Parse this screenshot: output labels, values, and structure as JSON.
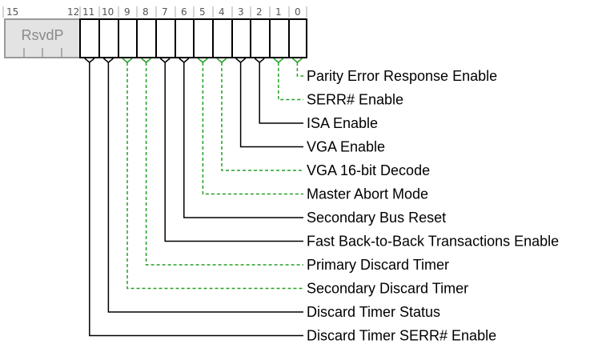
{
  "bit_numbers": [
    "15",
    "12",
    "11",
    "10",
    "9",
    "8",
    "7",
    "6",
    "5",
    "4",
    "3",
    "2",
    "1",
    "0"
  ],
  "reserved": {
    "label": "RsvdP"
  },
  "fields": [
    {
      "bit": 0,
      "label": "Parity Error Response Enable",
      "style": "dashed"
    },
    {
      "bit": 1,
      "label": "SERR# Enable",
      "style": "dashed"
    },
    {
      "bit": 2,
      "label": "ISA Enable",
      "style": "solid"
    },
    {
      "bit": 3,
      "label": "VGA Enable",
      "style": "solid"
    },
    {
      "bit": 4,
      "label": "VGA 16-bit Decode",
      "style": "dashed"
    },
    {
      "bit": 5,
      "label": "Master Abort Mode",
      "style": "dashed"
    },
    {
      "bit": 6,
      "label": "Secondary Bus Reset",
      "style": "solid"
    },
    {
      "bit": 7,
      "label": "Fast Back-to-Back Transactions Enable",
      "style": "solid"
    },
    {
      "bit": 8,
      "label": "Primary Discard Timer",
      "style": "dashed"
    },
    {
      "bit": 9,
      "label": "Secondary Discard Timer",
      "style": "dashed"
    },
    {
      "bit": 10,
      "label": "Discard Timer Status",
      "style": "solid"
    },
    {
      "bit": 11,
      "label": "Discard Timer SERR# Enable",
      "style": "solid"
    }
  ],
  "colors": {
    "solid": "#000000",
    "dashed": "#22a022",
    "reserved_fill": "#e3e3e3",
    "reserved_stroke": "#9a9a9a"
  }
}
